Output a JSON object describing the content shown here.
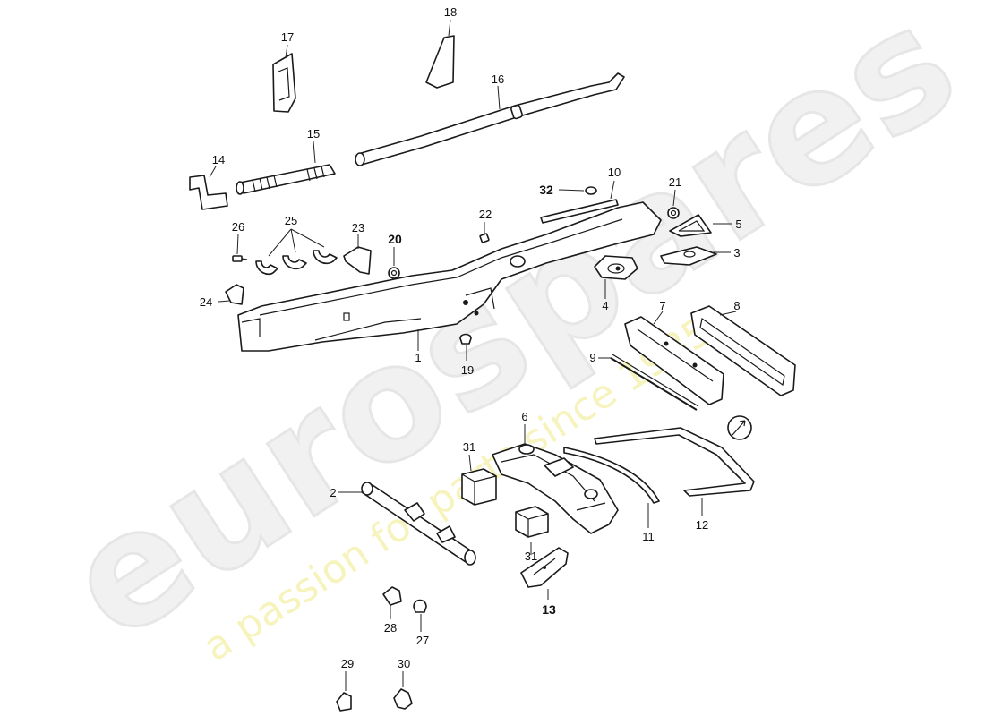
{
  "watermark": {
    "brand": "eurospares",
    "tagline": "a passion for parts since 1985"
  },
  "callouts": {
    "c1": "1",
    "c2": "2",
    "c3": "3",
    "c4": "4",
    "c5": "5",
    "c6": "6",
    "c7": "7",
    "c8": "8",
    "c9": "9",
    "c10": "10",
    "c11": "11",
    "c12": "12",
    "c13": "13",
    "c14": "14",
    "c15": "15",
    "c16": "16",
    "c17": "17",
    "c18": "18",
    "c19": "19",
    "c20": "20",
    "c21": "21",
    "c22": "22",
    "c23": "23",
    "c24": "24",
    "c25": "25",
    "c26": "26",
    "c27": "27",
    "c28": "28",
    "c29": "29",
    "c30": "30",
    "c31a": "31",
    "c31b": "31",
    "c32": "32"
  },
  "colors": {
    "line": "#1a1a1a",
    "watermark_gray": "#e6e6e6",
    "watermark_yellow": "#f3f0a8"
  }
}
